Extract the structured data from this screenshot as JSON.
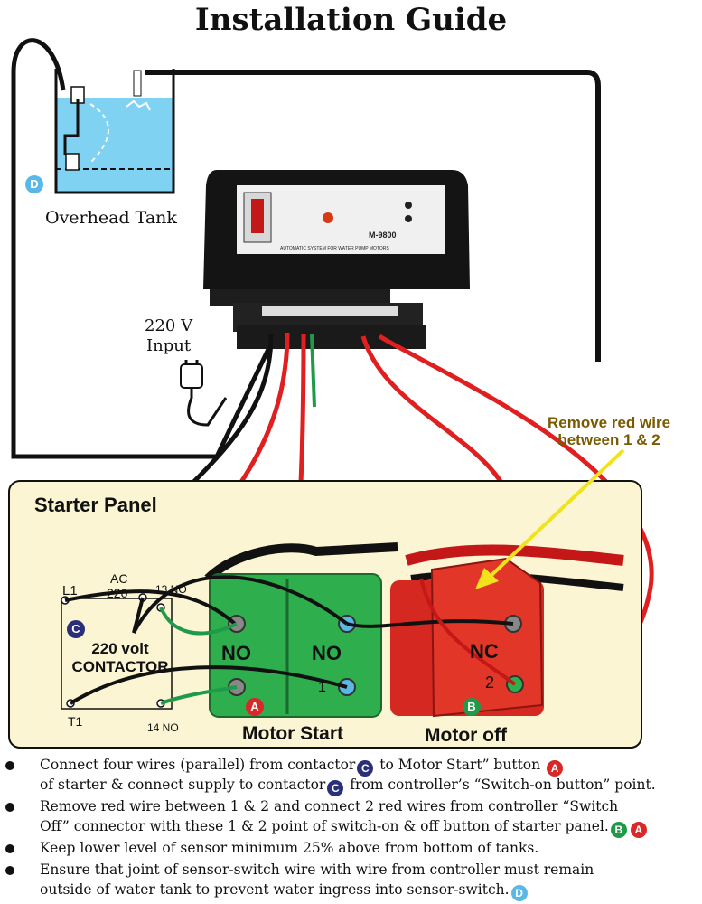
{
  "title": "Installation Guide",
  "labels": {
    "tank": "Overhead Tank",
    "input_line1": "220 V",
    "input_line2": "Input",
    "note_line1": "Remove red wire",
    "note_line2": "between 1 & 2",
    "panel": "Starter Panel",
    "motor_start": "Motor Start",
    "motor_off": "Motor off"
  },
  "contactor": {
    "line1": "220 volt",
    "line2": "CONTACTOR",
    "l1": "L1",
    "t1": "T1",
    "ac": "AC",
    "v220": "220",
    "no13": "13 NO",
    "no14": "14 NO"
  },
  "buttons": {
    "no_left": "NO",
    "no_right": "NO",
    "nc": "NC",
    "pin1": "1",
    "pin2": "2"
  },
  "controller": {
    "model": "M-9800",
    "subtitle": "AUTOMATIC SYSTEM FOR WATER PUMP MOTORS"
  },
  "badges": {
    "c": "C",
    "a": "A",
    "b": "B",
    "d": "D"
  },
  "instructions": {
    "i1_a": "Connect  four wires (parallel) from contactor",
    "i1_b": " to  Motor Start” button",
    "i1_c": "of starter & connect supply to contactor",
    "i1_d": " from controller’s “Switch-on button” point.",
    "i2_a": "Remove red wire between 1 & 2 and connect 2 red wires from controller “Switch",
    "i2_b": "Off” connector with these 1 & 2 point of switch-on & off button of starter panel.",
    "i3": "Keep lower level of sensor minimum 25% above from bottom of tanks.",
    "i4_a": "Ensure that joint of sensor-switch wire with wire from controller must remain",
    "i4_b": "outside of water tank to prevent water ingress into sensor-switch."
  },
  "colors": {
    "panel_bg": "#fbf5d3",
    "water": "#7fd2f2",
    "green_switch": "#2fae4e",
    "red_switch": "#e23628",
    "wire_red": "#e02020",
    "arrow": "#f2e21b"
  }
}
